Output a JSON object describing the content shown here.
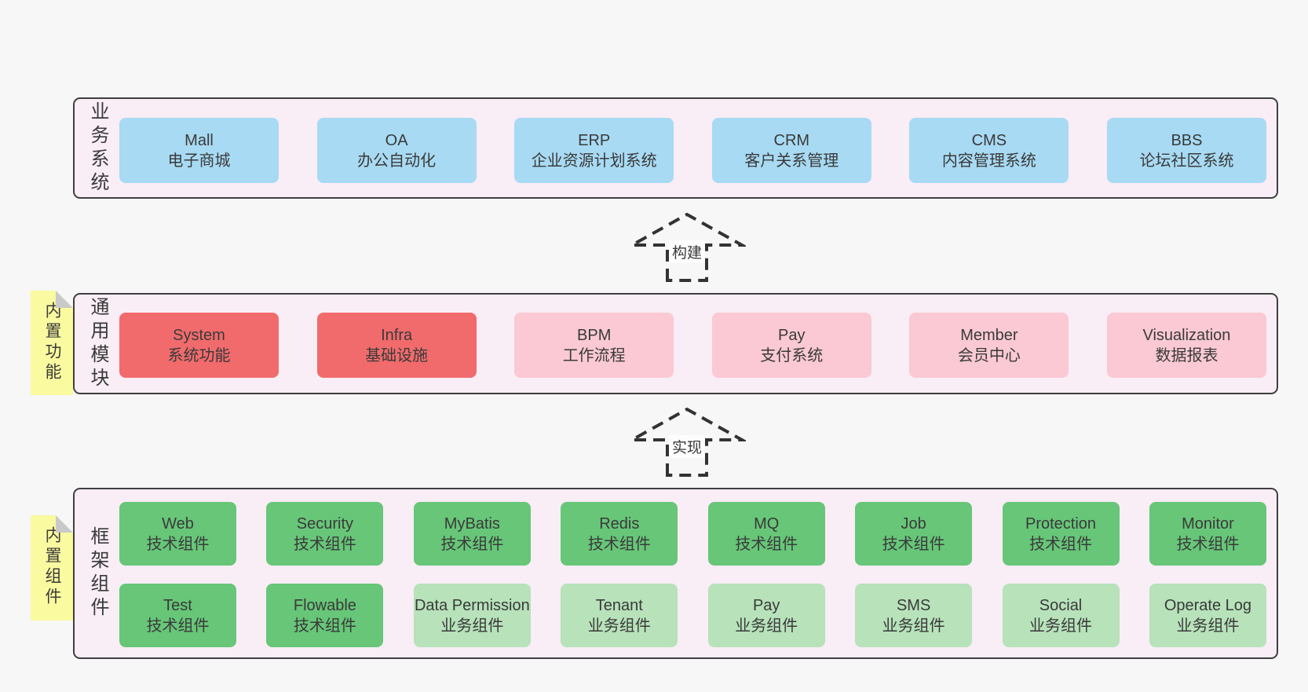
{
  "colors": {
    "page_bg": "#f7f7f7",
    "panel_bg": "#f9edf6",
    "panel_border": "#3f3f3f",
    "blue": "#a8daf3",
    "red": "#f16b6c",
    "pink": "#fac9d3",
    "green": "#67c678",
    "light_green": "#b7e2ba",
    "sticky_yellow": "#fafaa0",
    "sticky_fold": "#c9c9c9",
    "text": "#3a3a3a",
    "arrow_dash": "#333333",
    "arrow_label_bg": "#fdfdfd"
  },
  "arrows": [
    {
      "label": "构建"
    },
    {
      "label": "实现"
    }
  ],
  "sections": [
    {
      "label": "业务系统",
      "boxes": [
        {
          "title": "Mall",
          "subtitle": "电子商城",
          "color": "blue"
        },
        {
          "title": "OA",
          "subtitle": "办公自动化",
          "color": "blue"
        },
        {
          "title": "ERP",
          "subtitle": "企业资源计划系统",
          "color": "blue"
        },
        {
          "title": "CRM",
          "subtitle": "客户关系管理",
          "color": "blue"
        },
        {
          "title": "CMS",
          "subtitle": "内容管理系统",
          "color": "blue"
        },
        {
          "title": "BBS",
          "subtitle": "论坛社区系统",
          "color": "blue"
        }
      ]
    },
    {
      "label": "通用模块",
      "sticky": "内置功能",
      "boxes": [
        {
          "title": "System",
          "subtitle": "系统功能",
          "color": "red"
        },
        {
          "title": "Infra",
          "subtitle": "基础设施",
          "color": "red"
        },
        {
          "title": "BPM",
          "subtitle": "工作流程",
          "color": "pink"
        },
        {
          "title": "Pay",
          "subtitle": "支付系统",
          "color": "pink"
        },
        {
          "title": "Member",
          "subtitle": "会员中心",
          "color": "pink"
        },
        {
          "title": "Visualization",
          "subtitle": "数据报表",
          "color": "pink"
        }
      ]
    },
    {
      "label": "框架组件",
      "sticky": "内置组件",
      "rows": [
        [
          {
            "title": "Web",
            "subtitle": "技术组件",
            "color": "green"
          },
          {
            "title": "Security",
            "subtitle": "技术组件",
            "color": "green"
          },
          {
            "title": "MyBatis",
            "subtitle": "技术组件",
            "color": "green"
          },
          {
            "title": "Redis",
            "subtitle": "技术组件",
            "color": "green"
          },
          {
            "title": "MQ",
            "subtitle": "技术组件",
            "color": "green"
          },
          {
            "title": "Job",
            "subtitle": "技术组件",
            "color": "green"
          },
          {
            "title": "Protection",
            "subtitle": "技术组件",
            "color": "green"
          },
          {
            "title": "Monitor",
            "subtitle": "技术组件",
            "color": "green"
          }
        ],
        [
          {
            "title": "Test",
            "subtitle": "技术组件",
            "color": "green"
          },
          {
            "title": "Flowable",
            "subtitle": "技术组件",
            "color": "green"
          },
          {
            "title": "Data Permission",
            "subtitle": "业务组件",
            "color": "light_green"
          },
          {
            "title": "Tenant",
            "subtitle": "业务组件",
            "color": "light_green"
          },
          {
            "title": "Pay",
            "subtitle": "业务组件",
            "color": "light_green"
          },
          {
            "title": "SMS",
            "subtitle": "业务组件",
            "color": "light_green"
          },
          {
            "title": "Social",
            "subtitle": "业务组件",
            "color": "light_green"
          },
          {
            "title": "Operate Log",
            "subtitle": "业务组件",
            "color": "light_green"
          }
        ]
      ]
    }
  ]
}
